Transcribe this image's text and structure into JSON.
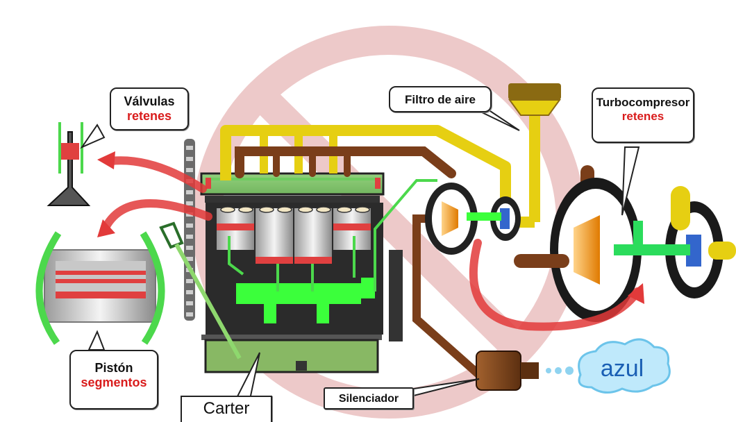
{
  "callouts": {
    "valvulas": {
      "title": "Válvulas",
      "sub": "retenes"
    },
    "filtro": {
      "title": "Filtro de aire"
    },
    "turbo": {
      "title": "Turbocompresor",
      "sub": "retenes"
    },
    "piston": {
      "title": "Pistón",
      "sub": "segmentos"
    },
    "carter": {
      "title": "Carter"
    },
    "silenciador": {
      "title": "Silenciador"
    }
  },
  "smoke_cloud": {
    "label": "azul"
  },
  "colors": {
    "fresh_air": "#f4e41a",
    "exhaust": "#7a3e1a",
    "oil_flow": "#4cd84c",
    "oil_leak_arrow": "#e23a3a",
    "smoke": "#1a5fb4",
    "prohibition_sign": "#d98a8a"
  }
}
